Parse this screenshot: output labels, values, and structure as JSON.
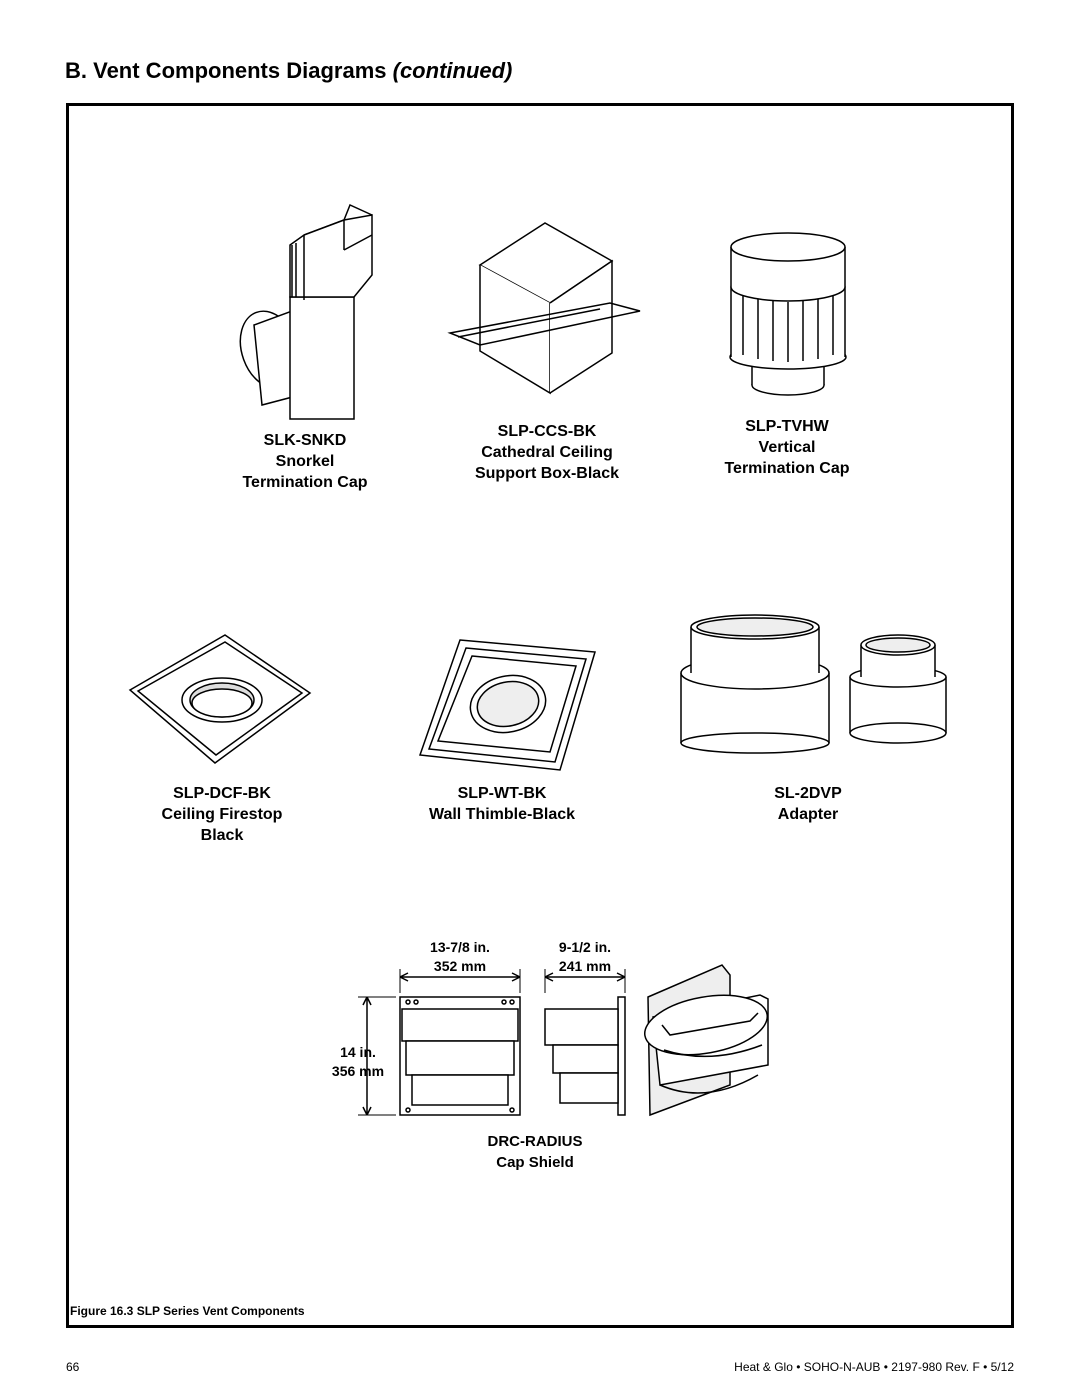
{
  "heading": {
    "main": "B.  Vent Components Diagrams ",
    "italic": "(continued)"
  },
  "components": [
    {
      "code": "SLK-SNKD",
      "line1": "Snorkel",
      "line2": "Termination Cap"
    },
    {
      "code": "SLP-CCS-BK",
      "line1": "Cathedral Ceiling",
      "line2": "Support Box-Black"
    },
    {
      "code": "SLP-TVHW",
      "line1": "Vertical",
      "line2": "Termination Cap"
    },
    {
      "code": "SLP-DCF-BK",
      "line1": "Ceiling Firestop",
      "line2": "Black"
    },
    {
      "code": "SLP-WT-BK",
      "line1": "Wall Thimble-Black"
    },
    {
      "code": "SL-2DVP",
      "line1": "Adapter"
    },
    {
      "code": "DRC-RADIUS",
      "line1": "Cap Shield"
    }
  ],
  "dimensions": {
    "width_in": "13-7/8 in.",
    "width_mm": "352 mm",
    "depth_in": "9-1/2 in.",
    "depth_mm": "241 mm",
    "height_in": "14 in.",
    "height_mm": "356 mm"
  },
  "caption": "Figure 16.3  SLP Series Vent Components",
  "footer": {
    "page": "66",
    "doc": "Heat & Glo  •  SOHO-N-AUB  •  2197-980 Rev. F  •  5/12"
  }
}
